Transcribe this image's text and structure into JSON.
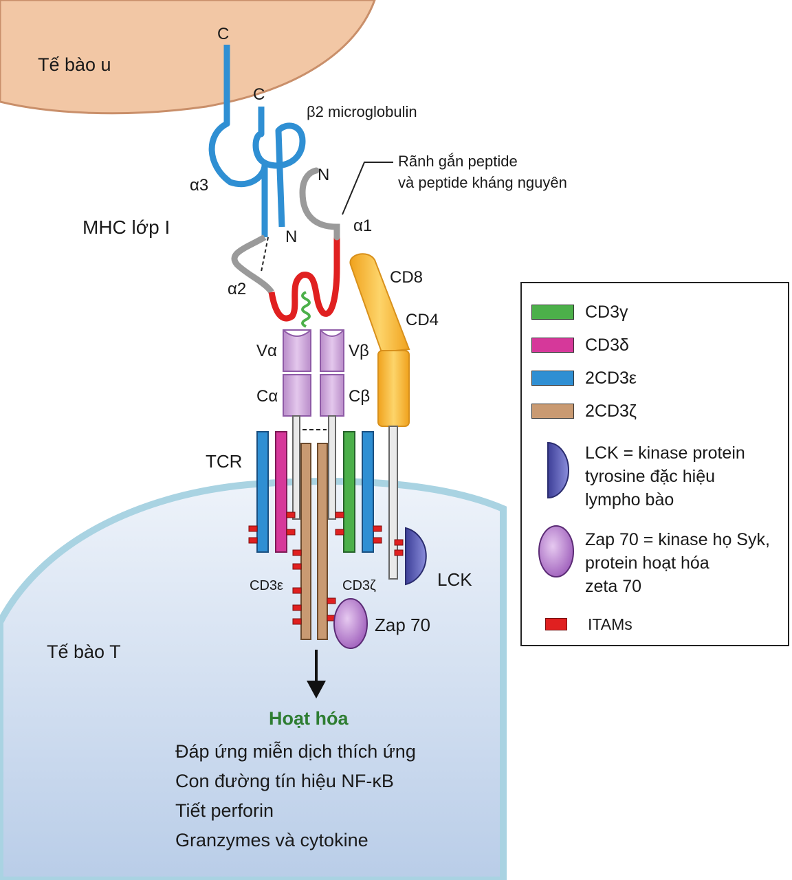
{
  "labels": {
    "tumor_cell": "Tế bào u",
    "t_cell": "Tế bào T",
    "mhc": "MHC lớp I",
    "c_top": "C",
    "c_beta2": "C",
    "beta2": "β2 microglobulin",
    "n_alpha": "N",
    "n_beta2": "N",
    "groove_line1": "Rãnh gắn peptide",
    "groove_line2": "và peptide kháng nguyên",
    "alpha1": "α1",
    "alpha2": "α2",
    "alpha3": "α3",
    "cd8": "CD8",
    "cd4": "CD4",
    "v_alpha": "Vα",
    "v_beta": "Vβ",
    "c_alpha": "Cα",
    "c_beta": "Cβ",
    "tcr": "TCR",
    "cd3e": "CD3ε",
    "cd3z": "CD3ζ",
    "lck": "LCK",
    "zap70": "Zap 70"
  },
  "activation": {
    "title": "Hoạt hóa",
    "items": [
      "Đáp ứng miễn dịch thích ứng",
      "Con đường tín hiệu NF-κB",
      "Tiết perforin",
      "Granzymes và cytokine"
    ]
  },
  "legend": {
    "cd3g": "CD3γ",
    "cd3d": "CD3δ",
    "cd3e2": "2CD3ε",
    "cd3z2": "2CD3ζ",
    "lck_lines": [
      "LCK = kinase protein",
      "tyrosine đặc hiệu",
      "lympho bào"
    ],
    "zap_lines": [
      "Zap 70 = kinase họ Syk,",
      "protein hoạt hóa",
      "zeta 70"
    ],
    "itams": "ITAMs"
  },
  "colors": {
    "tumor_fill": "#f2c7a5",
    "tcell_fill": "#d7e3f1",
    "membrane": "#a9d3e2",
    "cd3g": "#4cb04a",
    "cd3d": "#d6389a",
    "cd3e": "#2f8fd3",
    "cd3z": "#c99a72",
    "tcr_chain": "#cfa6dc",
    "cd4_cd8": "#f6b731",
    "itam": "#e02020",
    "lck": "#5558b0",
    "zap70": "#a46cc0",
    "activation_title": "#2e7d32"
  }
}
